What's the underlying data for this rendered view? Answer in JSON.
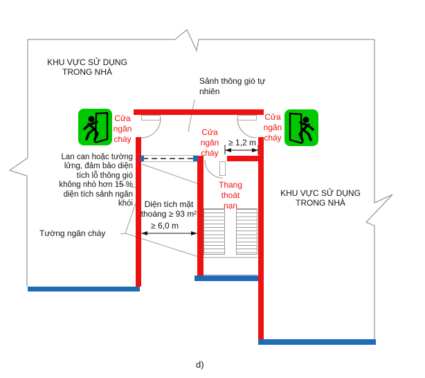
{
  "figure": {
    "caption": "d)"
  },
  "colors": {
    "fire_wall_red": "#ee1111",
    "exit_sign_green": "#00c800",
    "floor_slab_blue": "#1e6bb8",
    "drawing_line_gray": "#9b9b9b",
    "annotation_red": "#ee1111"
  },
  "areas": {
    "left_zone": {
      "label_l1": "KHU VỰC SỬ DỤNG",
      "label_l2": "TRONG NHÀ"
    },
    "right_zone": {
      "label_l1": "KHU VỰC SỬ DỤNG",
      "label_l2": "TRONG NHÀ"
    },
    "lobby": {
      "label_l1": "Sảnh thông gió tự",
      "label_l2": "nhiên"
    },
    "stairwell": {
      "label_l1": "Thang",
      "label_l2": "thoát",
      "label_l3": "nạn"
    },
    "open_well": {
      "label_l1": "Diện tích mặt",
      "label_l2": "thoáng ≥ 93 m²"
    }
  },
  "annotations": {
    "railing_note": [
      "Lan can hoặc tường",
      "lửng, đảm bảo diện",
      "tích lỗ thông gió",
      "không nhỏ hơn 15 %",
      "diện tích sảnh ngăn",
      "khói"
    ],
    "fire_wall_note": "Tường ngăn cháy",
    "fire_door_left": [
      "Cửa",
      "ngăn",
      "cháy"
    ],
    "fire_door_center": [
      "Cửa",
      "ngăn",
      "cháy"
    ],
    "fire_door_right": [
      "Cửa",
      "ngăn",
      "cháy"
    ],
    "dim_passage_width": "≥ 1,2 m",
    "dim_open_width": "≥ 6,0 m"
  },
  "icons": {
    "exit_sign_left": "running-man-exit-right",
    "exit_sign_right": "running-man-exit-left"
  }
}
